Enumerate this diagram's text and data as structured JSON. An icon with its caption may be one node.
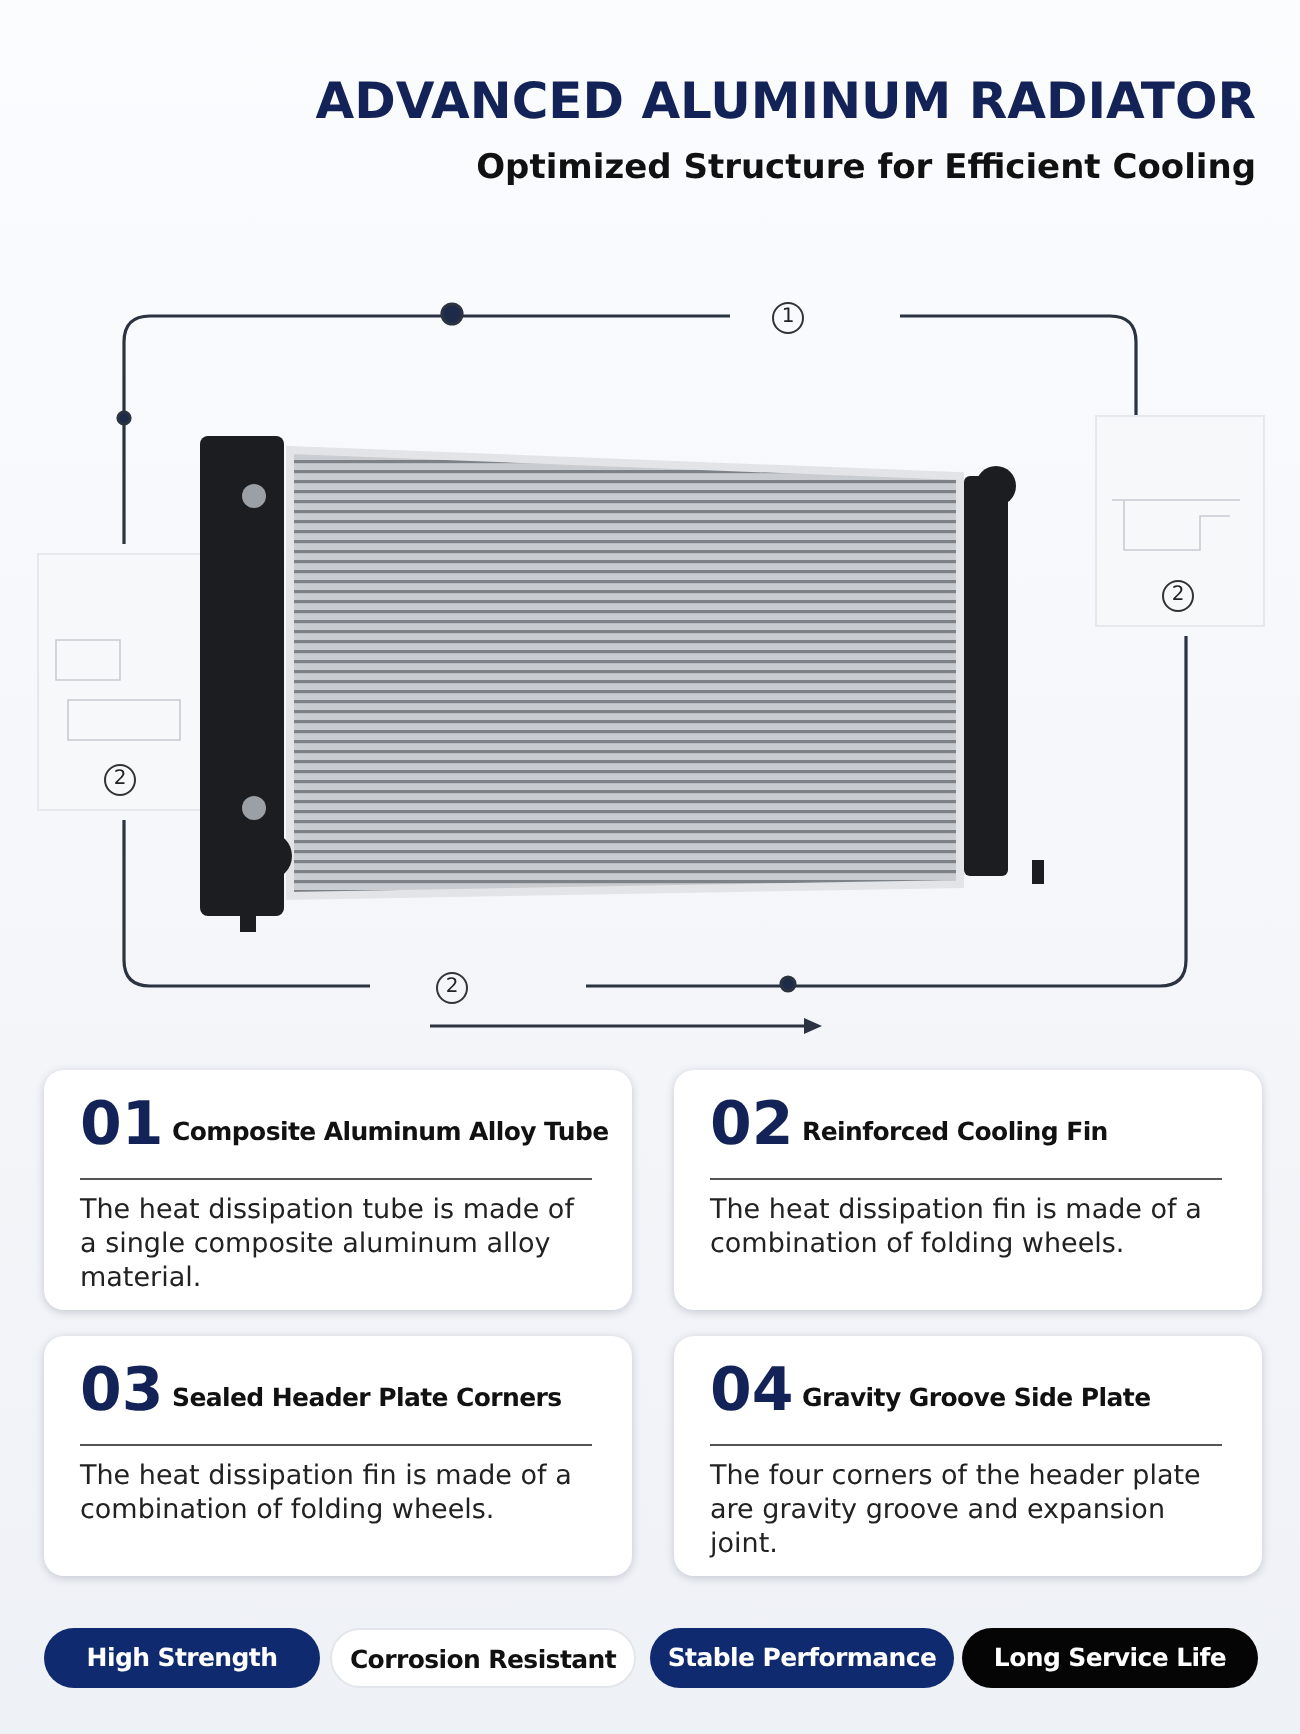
{
  "diagram": {
    "title": "ADVANCED ALUMINUM RADIATOR",
    "nodes": [
      {
        "text": [
          "01",
          "Composite Aluminum Alloy Tube",
          "The heat dissipation tube is made of a single composite aluminum alloy material."
        ]
      },
      {
        "text": [
          "02",
          "Reinforced Cooling Fin",
          "The heat dissipation fin is made of a combination of folding wheels."
        ]
      },
      {
        "text": [
          "03",
          "Sealed Header Plate Corners",
          "The heat dissipation fin is made of a combination of folding wheels."
        ]
      },
      {
        "text": [
          "04",
          "Gravity Groove Side Plate",
          "The four corners of the header plate are gravity groove and expansion joint."
        ]
      },
      {
        "text": [
          "High Strength"
        ]
      },
      {
        "text": [
          "Corrosion Resistant"
        ]
      },
      {
        "text": [
          "Stable Performance"
        ]
      },
      {
        "text": [
          "Long Service Life"
        ]
      }
    ],
    "labels": [
      "Optimized Structure for Efficient Cooling",
      "1",
      "2",
      "2",
      "2"
    ]
  }
}
